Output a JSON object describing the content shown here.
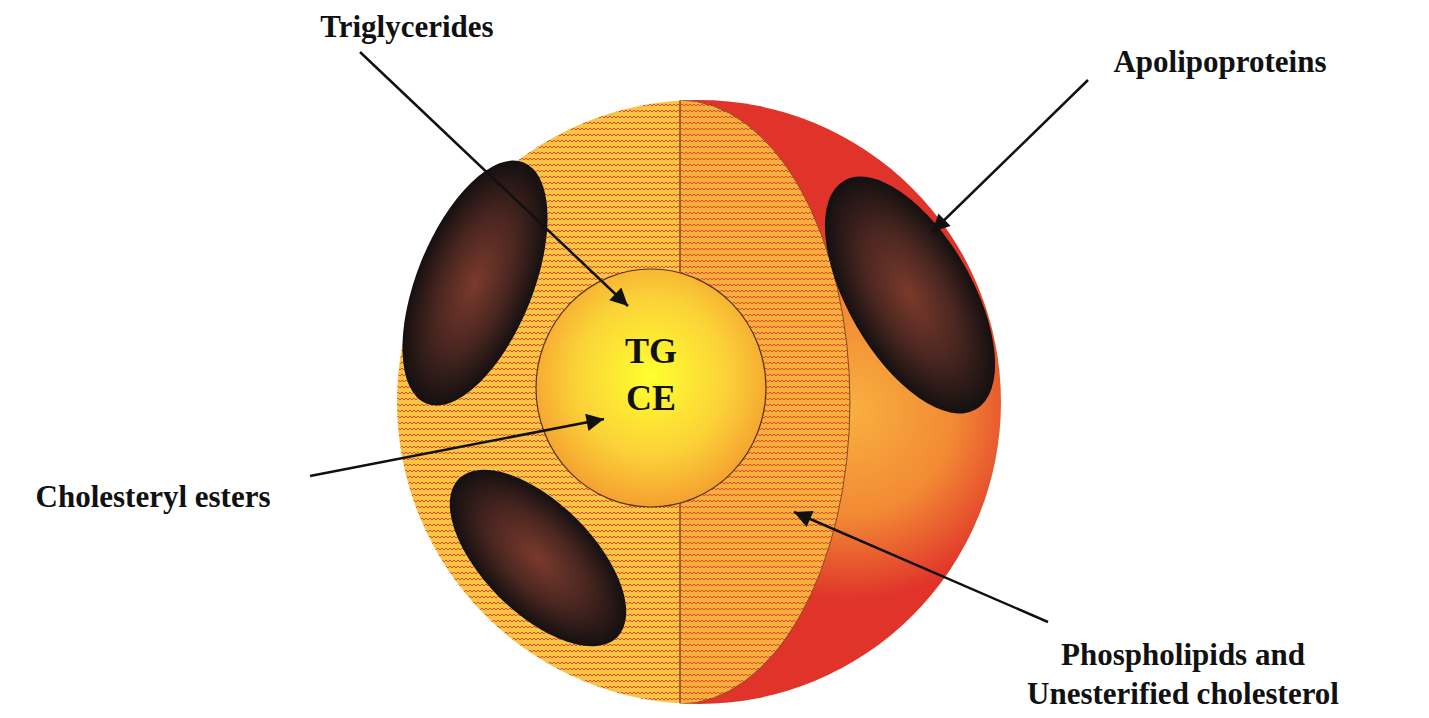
{
  "diagram": {
    "nodes": [
      {
        "text": [
          "TG",
          "CE"
        ]
      }
    ],
    "labels": [
      "Triglycerides",
      "Apolipoproteins",
      "Cholesteryl esters",
      "Phospholipids and Unesterified cholesterol"
    ]
  }
}
